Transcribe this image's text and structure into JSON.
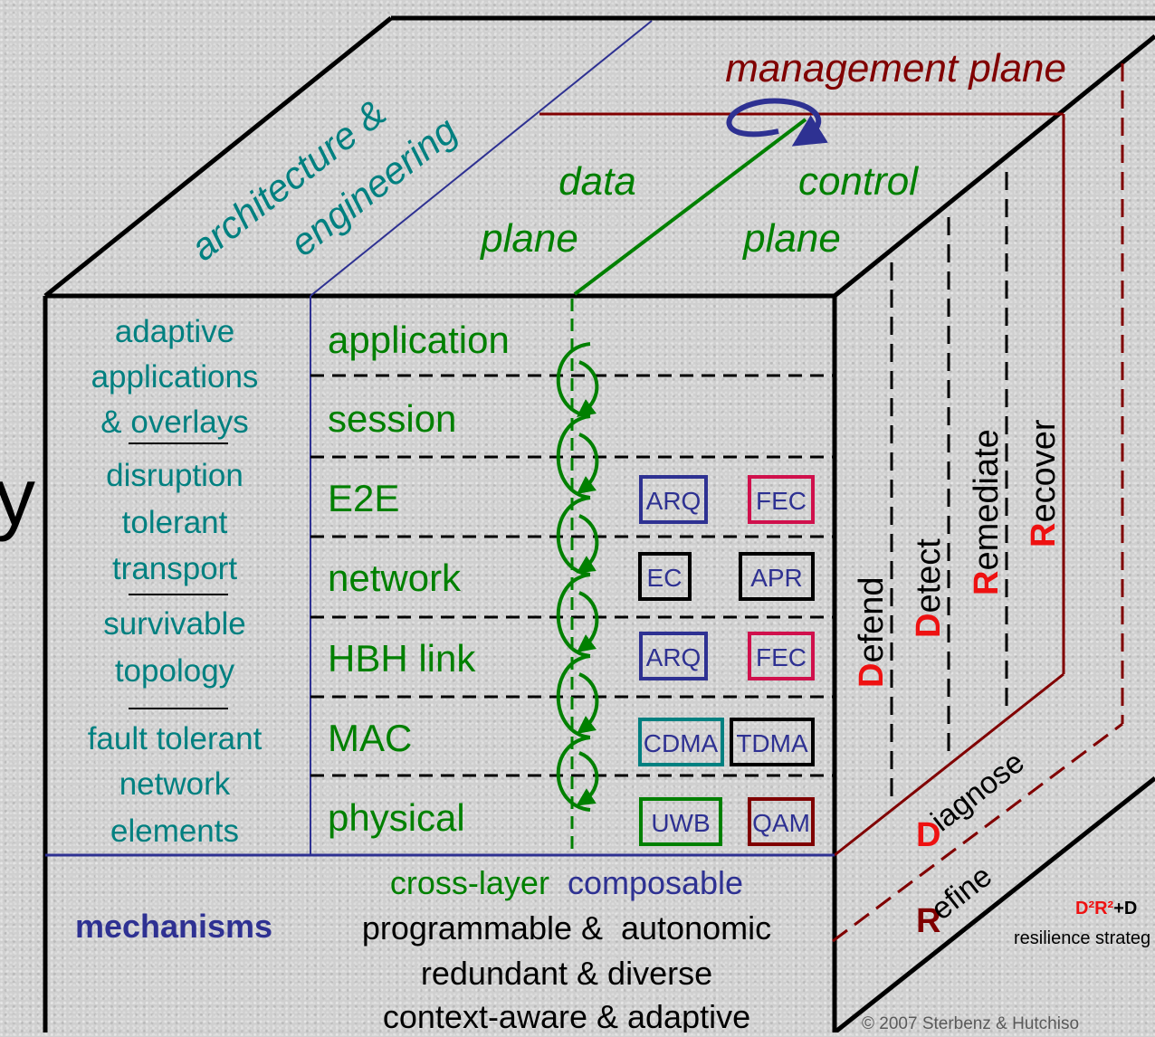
{
  "planes": {
    "management": "management plane",
    "data_line1": "data",
    "data_line2": "plane",
    "control_line1": "control",
    "control_line2": "plane",
    "arch_line1": "architecture &",
    "arch_line2": "engineering"
  },
  "left_edge_glyph": "y",
  "left_column": [
    "adaptive",
    "applications",
    "& overlays",
    "disruption",
    "tolerant",
    "transport",
    "survivable",
    "topology",
    "fault tolerant",
    "network",
    "elements"
  ],
  "layers": [
    "application",
    "session",
    "E2E",
    "network",
    "HBH link",
    "MAC",
    "physical"
  ],
  "protocols": {
    "e2e_a": "ARQ",
    "e2e_b": "FEC",
    "net_a": "EC",
    "net_b": "APR",
    "hbh_a": "ARQ",
    "hbh_b": "FEC",
    "mac_a": "CDMA",
    "mac_b": "TDMA",
    "phy_a": "UWB",
    "phy_b": "QAM"
  },
  "mechanisms": {
    "label": "mechanisms",
    "cross_layer": "cross-layer",
    "composable": "composable",
    "line2": "programmable &  autonomic",
    "line3": "redundant & diverse",
    "line4": "context-aware & adaptive"
  },
  "strategy": {
    "defend": "efend",
    "detect": "etect",
    "remediate": "emediate",
    "recover": "ecover",
    "diagnose": "iagnose",
    "refine": "efine",
    "letter_d": "D",
    "letter_r": "R",
    "formula_main": "D²R²",
    "formula_tail": "+D",
    "formula_sub": "resilience strateg"
  },
  "copyright": "© 2007 Sterbenz & Hutchiso",
  "colors": {
    "blue": "#2e3192",
    "green": "#008000",
    "teal": "#008080",
    "darkred": "#800000",
    "red": "#ee1111",
    "crimson": "#d0104c"
  }
}
